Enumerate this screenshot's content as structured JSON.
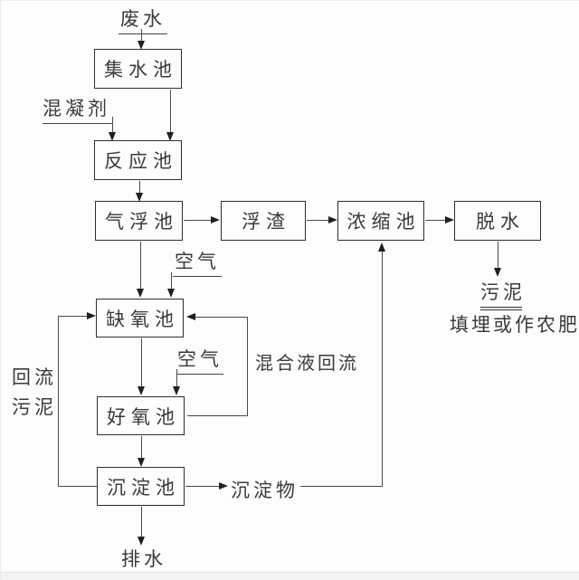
{
  "colors": {
    "background": "#fdfdfd",
    "line": "#4a4a4a",
    "box_border": "#2e2e2e",
    "text": "#3a3a3a"
  },
  "diagram": {
    "type": "flowchart",
    "subject": "wastewater-treatment-process",
    "labels": {
      "wastewater": "废水",
      "coagulant": "混凝剂",
      "air_anoxic": "空气",
      "air_aerobic": "空气",
      "mixed_liquor_return": "混合液回流",
      "return_sludge_line1": "回流",
      "return_sludge_line2": "污泥",
      "sediment": "沉淀物",
      "drainage": "排水",
      "sludge": "污泥",
      "disposal": "填埋或作农肥"
    },
    "nodes": {
      "collection_tank": "集水池",
      "reaction_tank": "反应池",
      "flotation_tank": "气浮池",
      "scum": "浮渣",
      "thickening_tank": "浓缩池",
      "dewatering": "脱水",
      "anoxic_tank": "缺氧池",
      "aerobic_tank": "好氧池",
      "sedimentation_tank": "沉淀池"
    }
  }
}
